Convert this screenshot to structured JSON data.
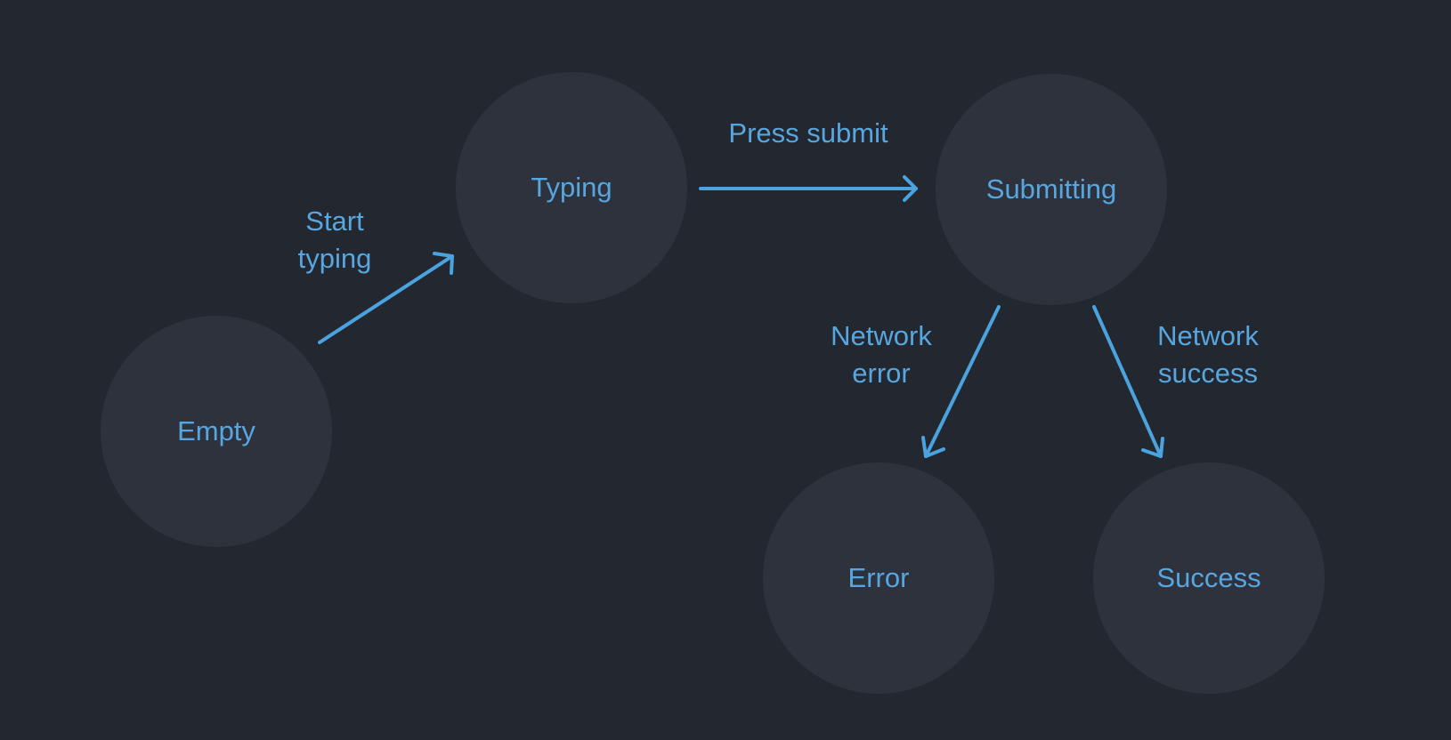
{
  "diagram": {
    "type": "state-machine",
    "colors": {
      "background": "#23272f",
      "node_fill": "#2e323d",
      "text": "#58a6df",
      "edge": "#4aa3df"
    },
    "nodes": [
      {
        "id": "empty",
        "label": "Empty"
      },
      {
        "id": "typing",
        "label": "Typing"
      },
      {
        "id": "submitting",
        "label": "Submitting"
      },
      {
        "id": "error",
        "label": "Error"
      },
      {
        "id": "success",
        "label": "Success"
      }
    ],
    "edges": [
      {
        "from": "empty",
        "to": "typing",
        "label_lines": [
          "Start",
          "typing"
        ]
      },
      {
        "from": "typing",
        "to": "submitting",
        "label_lines": [
          "Press submit"
        ]
      },
      {
        "from": "submitting",
        "to": "error",
        "label_lines": [
          "Network",
          "error"
        ]
      },
      {
        "from": "submitting",
        "to": "success",
        "label_lines": [
          "Network",
          "success"
        ]
      }
    ]
  }
}
